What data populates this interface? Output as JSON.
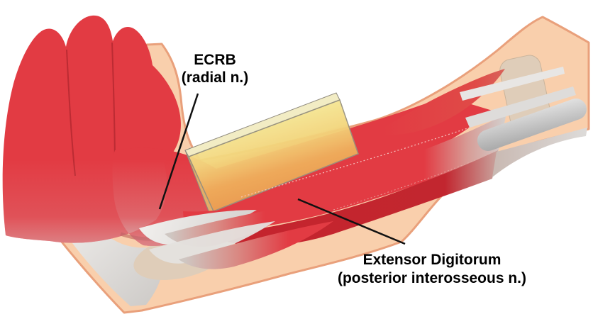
{
  "illustration": {
    "description_labels": {
      "ecrb": {
        "line1": "ECRB",
        "line2": "(radial n.)"
      },
      "extensor_digitorum": {
        "line1": "Extensor Digitorum",
        "line2": "(posterior interosseous n.)"
      }
    },
    "colors": {
      "background": "#FFFFFF",
      "muscle_red": "#E23B43",
      "muscle_dark_red": "#C5242D",
      "muscle_shadow": "#B32830",
      "skin_fill": "#F9CFAC",
      "skin_outline": "#E9A07B",
      "tendon_gray": "#D3D1CF",
      "tendon_light": "#E8E6E4",
      "bone_beige": "#DFCDB9",
      "plane_yellow": "#F7F1A3",
      "plane_orange": "#E8964B",
      "leader_line": "#111111",
      "label_text": "#000000"
    }
  }
}
